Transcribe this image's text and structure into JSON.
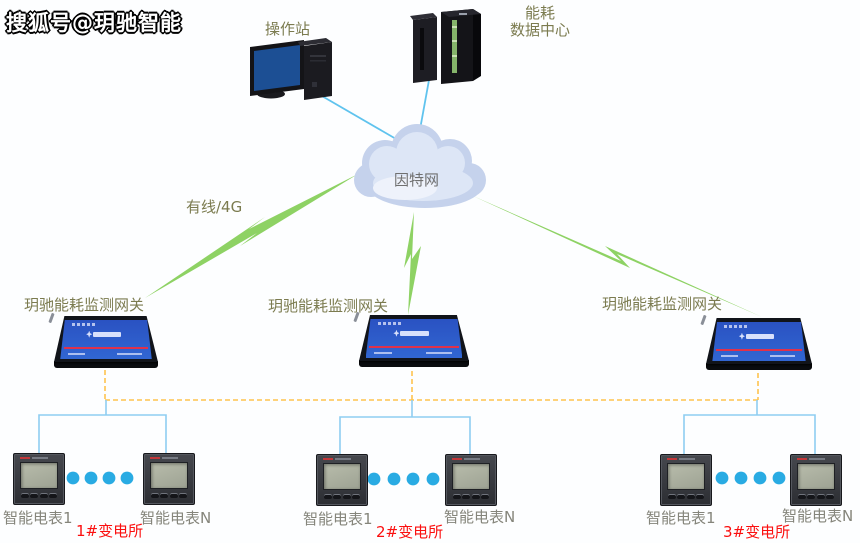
{
  "watermark": "搜狐号@玥驰智能",
  "top_nodes": {
    "operator_station_label": "操作站",
    "data_center_label_line1": "能耗",
    "data_center_label_line2": "数据中心"
  },
  "network": {
    "internet_label": "因特网",
    "uplink_label": "有线/4G"
  },
  "clusters": [
    {
      "gateway_label": "玥驰能耗监测网关",
      "meter_first_label": "智能电表1",
      "meter_last_label": "智能电表N",
      "substation_label": "1#变电所"
    },
    {
      "gateway_label": "玥驰能耗监测网关",
      "meter_first_label": "智能电表1",
      "meter_last_label": "智能电表N",
      "substation_label": "2#变电所"
    },
    {
      "gateway_label": "玥驰能耗监测网关",
      "meter_first_label": "智能电表1",
      "meter_last_label": "智能电表N",
      "substation_label": "3#变电所"
    }
  ],
  "colors": {
    "node_label": "#7b7b4f",
    "meter_label": "#85857b",
    "substation_label": "#fb0f0f",
    "internet_link_cyan": "#5fc3ee",
    "wireless_link_green": "#8ed264",
    "gateway_bus_orange": "#ffc34f",
    "meter_bus_blue": "#8fcdf2",
    "ellipsis_dot_blue": "#29abe3",
    "gateway_panel_blue": "#2e5ecb",
    "cloud_fill": "#cdd9f0"
  }
}
